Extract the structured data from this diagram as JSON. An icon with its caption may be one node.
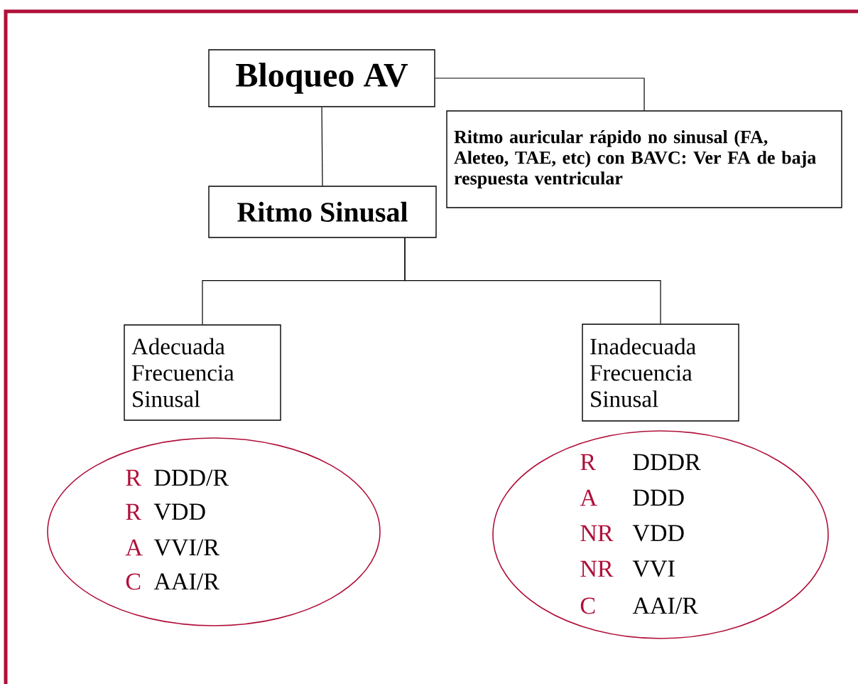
{
  "diagram": {
    "nodes": [
      {
        "text": [
          "Bloqueo AV"
        ]
      },
      {
        "text": [
          "Ritmo auricular rápido no sinusal (FA, Aleteo, TAE, etc) con BAVC: Ver FA de baja respuesta ventricular"
        ]
      },
      {
        "text": [
          "Ritmo Sinusal"
        ]
      },
      {
        "text": [
          "Adecuada Frecuencia Sinusal"
        ]
      },
      {
        "text": [
          "Inadecuada Frecuencia Sinusal"
        ]
      },
      {
        "text": [
          "R",
          "DDD/R",
          "R",
          "VDD",
          "A",
          "VVI/R",
          "C",
          "AAI/R"
        ]
      },
      {
        "text": [
          "R",
          "DDDR",
          "A",
          "DDD",
          "NR",
          "VDD",
          "NR",
          "VVI",
          "C",
          "AAI/R"
        ]
      }
    ],
    "edges": [
      {
        "from": 0,
        "to": 1,
        "arrow": "none"
      },
      {
        "from": 0,
        "to": 2,
        "arrow": "none"
      },
      {
        "from": 2,
        "to": 3,
        "arrow": "none"
      },
      {
        "from": 2,
        "to": 4,
        "arrow": "none"
      }
    ]
  }
}
